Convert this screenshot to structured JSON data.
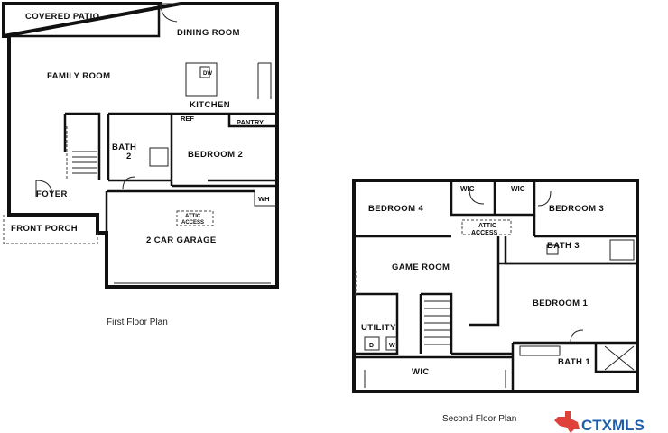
{
  "first_floor": {
    "caption": "First Floor Plan",
    "rooms": {
      "covered_patio": "COVERED PATIO",
      "dining_room": "DINING ROOM",
      "family_room": "FAMILY ROOM",
      "kitchen": "KITCHEN",
      "ref": "REF",
      "pantry": "PANTRY",
      "bath_line1": "BATH",
      "bath_line2": "2",
      "bedroom_2": "BEDROOM 2",
      "foyer": "FOYER",
      "front_porch": "FRONT PORCH",
      "wh": "WH",
      "attic_line1": "ATTIC",
      "attic_line2": "ACCESS",
      "garage": "2 CAR GARAGE",
      "dw": "DW"
    }
  },
  "second_floor": {
    "caption": "Second Floor Plan",
    "rooms": {
      "bedroom_4": "BEDROOM 4",
      "wic_left": "WIC",
      "wic_right": "WIC",
      "bedroom_3": "BEDROOM 3",
      "attic_line1": "ATTIC",
      "attic_line2": "ACCESS",
      "bath_3": "BATH 3",
      "game_room": "GAME ROOM",
      "bedroom_1": "BEDROOM 1",
      "utility": "UTILITY",
      "dryer": "D",
      "washer": "W",
      "wic_main": "WIC",
      "bath_1": "BATH 1"
    }
  },
  "watermark": {
    "brand": "CTXMLS",
    "logo": "texas-state-logo-icon",
    "accent_color": "#1f5fa8",
    "logo_color": "#e0413a"
  }
}
